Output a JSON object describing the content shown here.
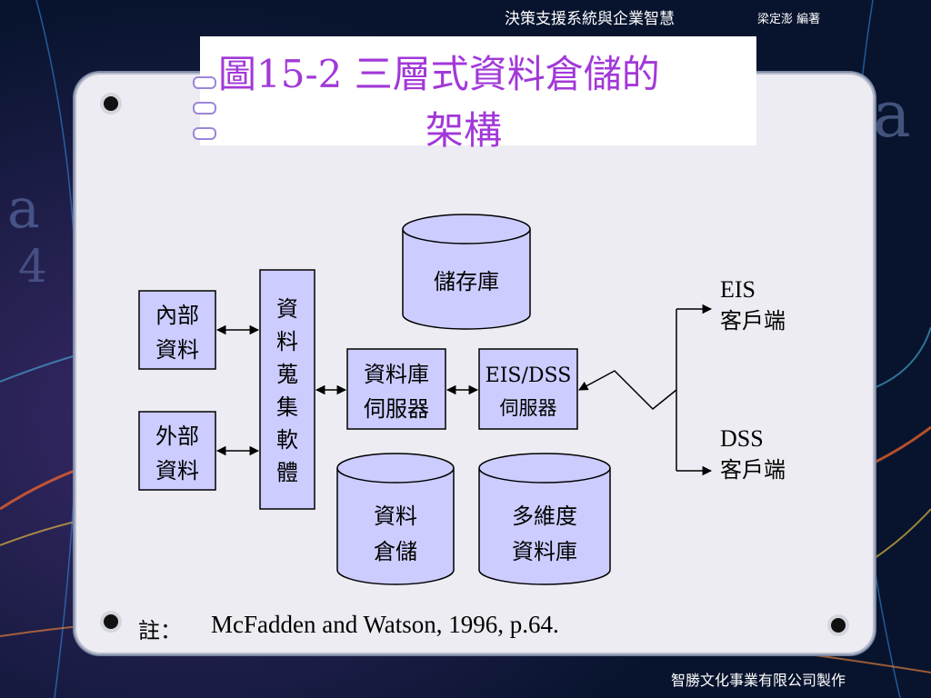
{
  "header": {
    "book_title": "決策支援系統與企業智慧",
    "book_author": "梁定澎 編著"
  },
  "title": {
    "line1": "圖15-2 三層式資料倉儲的",
    "line2": "架構"
  },
  "diagram": {
    "internal_data": [
      "內部",
      "資料"
    ],
    "external_data": [
      "外部",
      "資料"
    ],
    "collection_software": [
      "資",
      "料",
      "蒐",
      "集",
      "軟",
      "體"
    ],
    "storage": "儲存庫",
    "db_server": [
      "資料庫",
      "伺服器"
    ],
    "eis_dss_server": [
      "EIS/DSS",
      "伺服器"
    ],
    "data_warehouse": [
      "資料",
      "倉儲"
    ],
    "multidim_db": [
      "多維度",
      "資料庫"
    ],
    "eis_client": {
      "name": "EIS",
      "label": "客戶端"
    },
    "dss_client": {
      "name": "DSS",
      "label": "客戶端"
    }
  },
  "note": {
    "label": "註：",
    "text": "McFadden and Watson, 1996, p.64."
  },
  "footer": {
    "publisher": "智勝文化事業有限公司製作"
  },
  "colors": {
    "box_fill": "#ccccff",
    "title": "#a238d8"
  }
}
